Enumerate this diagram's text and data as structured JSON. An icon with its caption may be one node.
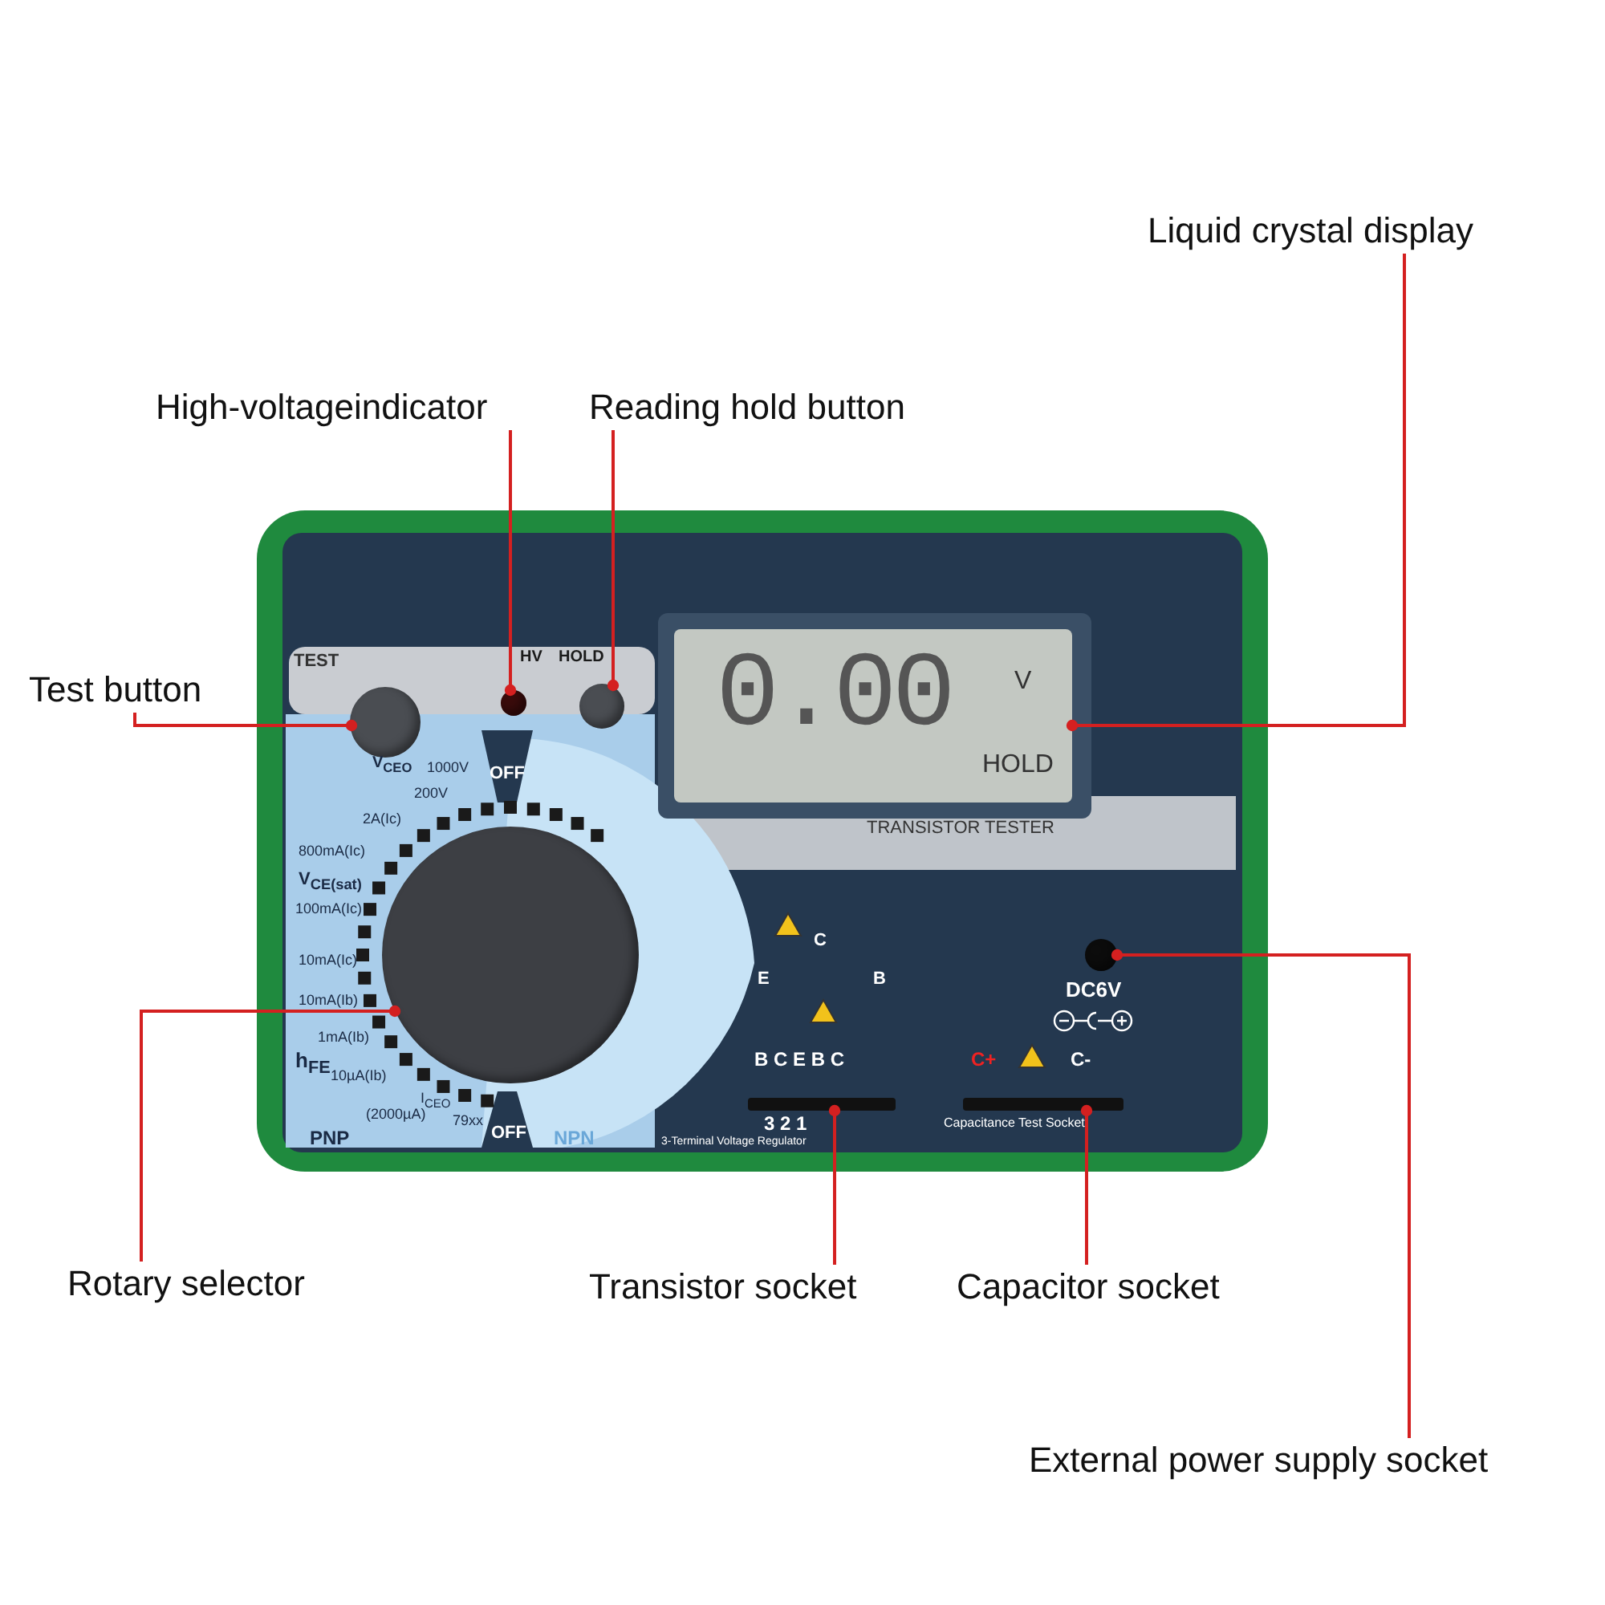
{
  "diagram": {
    "nodes": [
      {
        "text": [
          "Liquid crystal display"
        ]
      },
      {
        "text": [
          "High-voltageindicator"
        ]
      },
      {
        "text": [
          "Reading hold button"
        ]
      },
      {
        "text": [
          "Test button"
        ]
      },
      {
        "text": [
          "Rotary selector"
        ]
      },
      {
        "text": [
          "Transistor socket"
        ]
      },
      {
        "text": [
          "Capacitor socket"
        ]
      },
      {
        "text": [
          "External power supply socket"
        ]
      },
      {
        "text": [],
        "shape": "box"
      },
      {
        "text": [],
        "shape": "circle",
        "beside": [
          "HV"
        ]
      },
      {
        "text": [],
        "shape": "circle",
        "beside": [
          "HOLD"
        ]
      },
      {
        "text": [],
        "shape": "circle",
        "beside": [
          "TEST"
        ]
      },
      {
        "text": [],
        "shape": "circle"
      },
      {
        "text": [],
        "shape": "bar"
      },
      {
        "text": [],
        "shape": "bar",
        "beside": [
          "Capacitance Test Socket"
        ]
      },
      {
        "text": [],
        "shape": "circle",
        "beside": [
          "DC6V"
        ]
      }
    ],
    "edges": [
      {
        "from": 0,
        "to": 8,
        "arrow": "other"
      },
      {
        "from": 1,
        "to": 9,
        "arrow": "other"
      },
      {
        "from": 2,
        "to": 10,
        "arrow": "other"
      },
      {
        "from": 3,
        "to": 11,
        "arrow": "other"
      },
      {
        "from": 4,
        "to": 12,
        "arrow": "other"
      },
      {
        "from": 5,
        "to": 13,
        "arrow": "other"
      },
      {
        "from": 6,
        "to": 14,
        "arrow": "other"
      },
      {
        "from": 7,
        "to": 15,
        "arrow": "other"
      }
    ],
    "labels": [
      "0.00",
      "V",
      "HOLD",
      "OFF",
      "V$_{CEO}$",
      "1000V",
      "200V",
      "2A(Ic)",
      "800mA(Ic)",
      "V$_{CE(sat)}$",
      "100mA(Ic)",
      "10mA(Ic)",
      "10mA(Ib)",
      "1mA(Ib)",
      "h$_{FE}$",
      "10µA(Ib)",
      "I$_{CEO}$",
      "(2000µA)",
      "79xx",
      "OFF",
      "PNP",
      "NPN",
      "TRANSISTOR TESTER",
      "C",
      "E",
      "B",
      "B C E B C",
      "3 2 1",
      "3-Terminal Voltage Regulator",
      "C+",
      "C-"
    ]
  }
}
